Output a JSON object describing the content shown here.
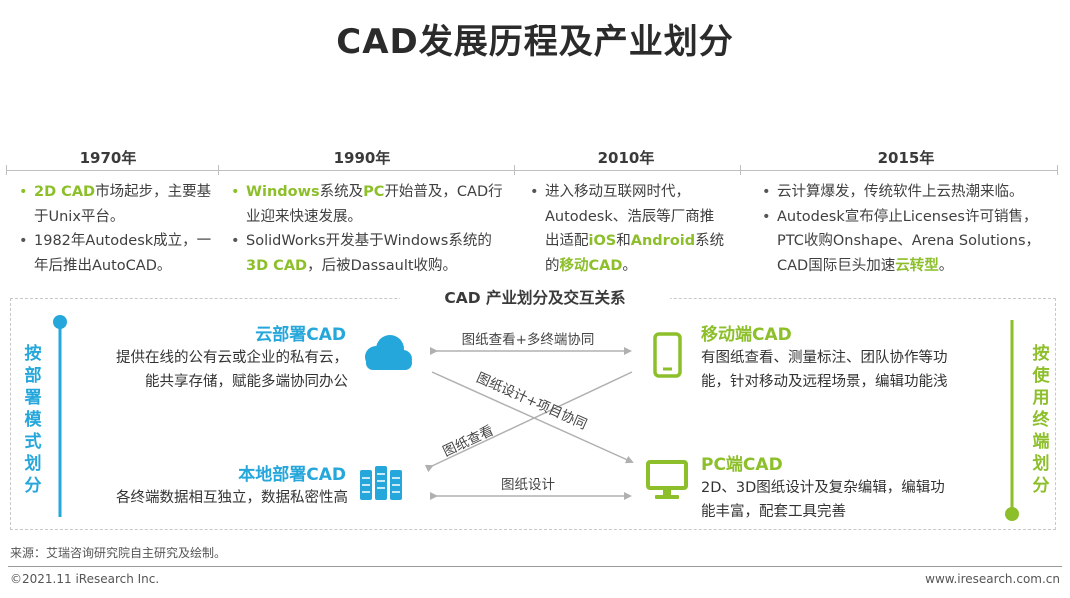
{
  "title": "CAD发展历程及产业划分",
  "timeline": {
    "years": [
      "1970年",
      "1990年",
      "2010年",
      "2015年"
    ],
    "col1": {
      "b1_hl": "2D CAD",
      "b1_rest": "市场起步，主要基于Unix平台。",
      "b2": "1982年Autodesk成立，一年后推出AutoCAD。"
    },
    "col2": {
      "b1_hl1": "Windows",
      "b1_t1": "系统及",
      "b1_hl2": "PC",
      "b1_t2": "开始普及，CAD行业迎来快速发展。",
      "b2_t1": "SolidWorks开发基于Windows系统的",
      "b2_hl": "3D CAD",
      "b2_t2": "，后被Dassault收购。"
    },
    "col3": {
      "t1": "进入移动互联网时代，Autodesk、浩辰等厂商推出适配",
      "hl1": "iOS",
      "t2": "和",
      "hl2": "Android",
      "t3": "系统的",
      "hl3": "移动CAD",
      "t4": "。"
    },
    "col4": {
      "b1": "云计算爆发，传统软件上云热潮来临。",
      "b2_t1": "Autodesk宣布停止Licenses许可销售，PTC收购Onshape、Arena Solutions，CAD国际巨头加速",
      "b2_hl": "云转型",
      "b2_t2": "。"
    }
  },
  "diagram": {
    "title": "CAD 产业划分及交互关系",
    "left_label": "按部署模式划分",
    "right_label": "按使用终端划分",
    "cloud": {
      "title": "云部署CAD",
      "desc1": "提供在线的公有云或企业的私有云，",
      "desc2": "能共享存储，赋能多端协同办公"
    },
    "local": {
      "title": "本地部署CAD",
      "desc": "各终端数据相互独立，数据私密性高"
    },
    "mobile": {
      "title": "移动端CAD",
      "desc1": "有图纸查看、测量标注、团队协作等功",
      "desc2": "能，针对移动及远程场景，编辑功能浅"
    },
    "pc": {
      "title": "PC端CAD",
      "desc1": "2D、3D图纸设计及复杂编辑，编辑功",
      "desc2": "能丰富，配套工具完善"
    },
    "arrows": {
      "top": "图纸查看+多终端协同",
      "diag_down": "图纸设计+项目协同",
      "diag_up": "图纸查看",
      "bottom": "图纸设计"
    },
    "colors": {
      "blue": "#25a7db",
      "green": "#8cbf2a"
    }
  },
  "source": "来源：艾瑞咨询研究院自主研究及绘制。",
  "footer": {
    "copyright": "©2021.11 iResearch Inc.",
    "url": "www.iresearch.com.cn"
  }
}
